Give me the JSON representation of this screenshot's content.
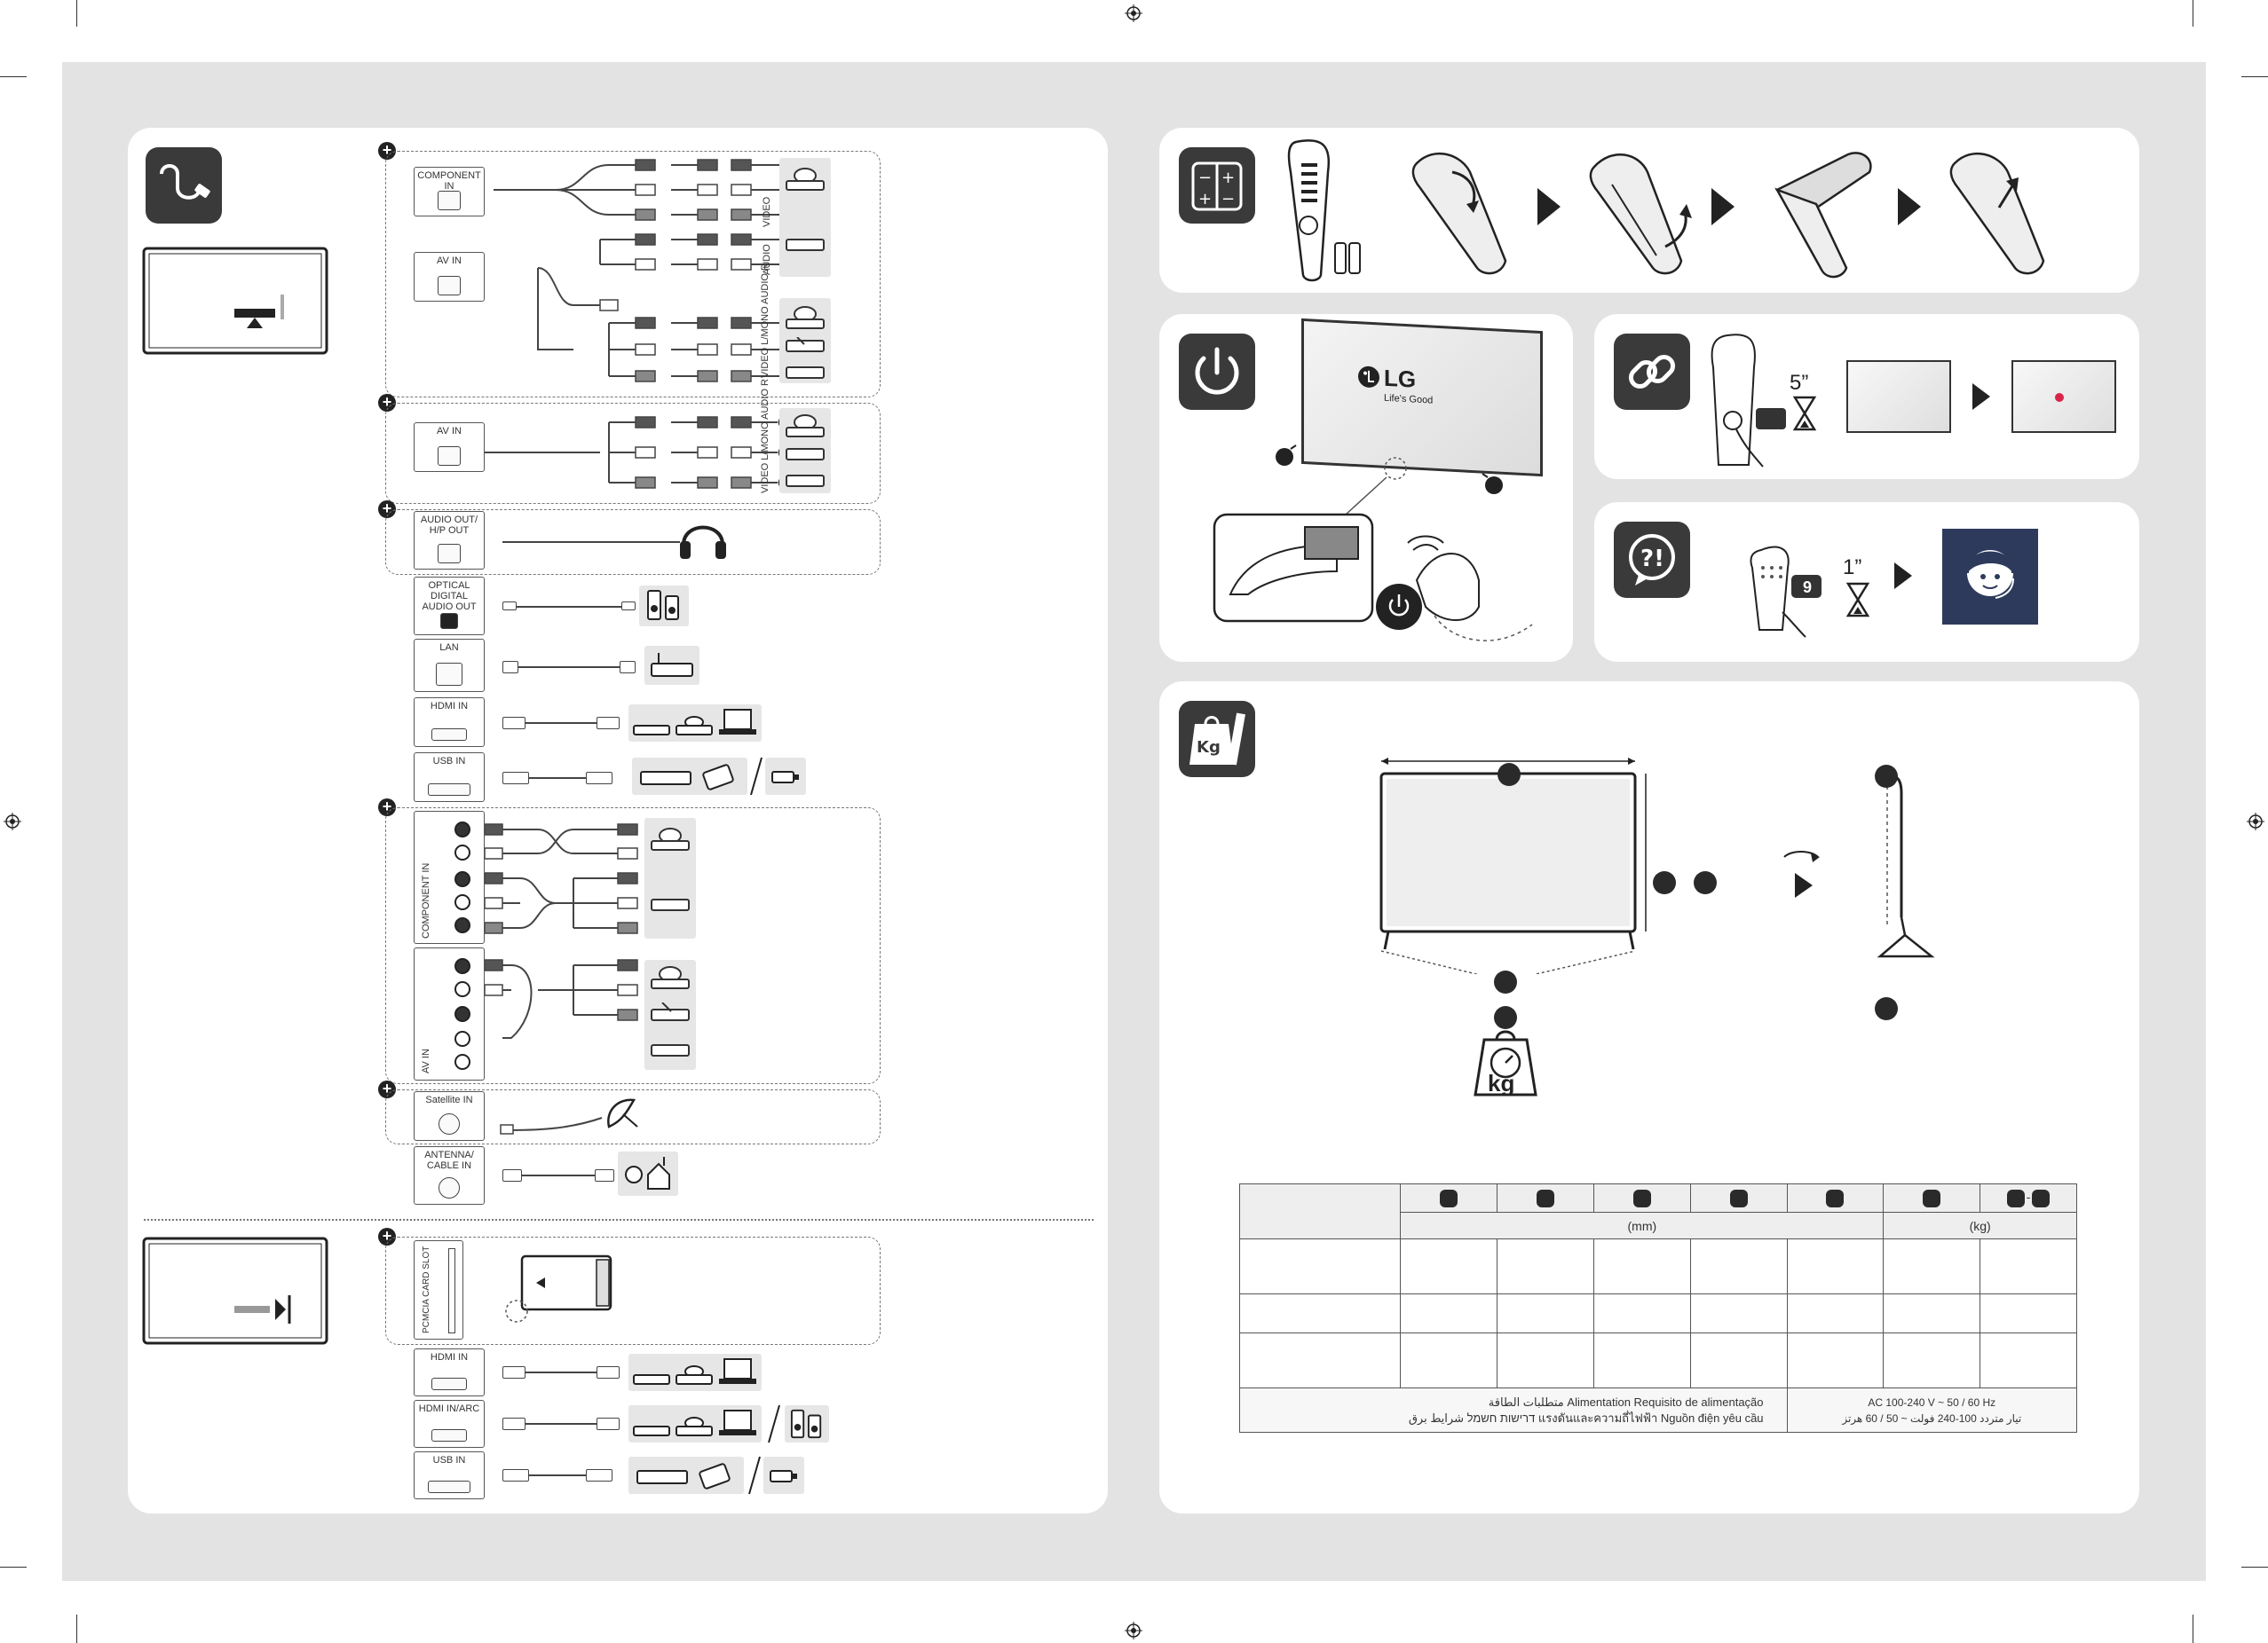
{
  "brand": {
    "logo_text": "LG",
    "tagline": "Life's Good"
  },
  "ports_group1": {
    "component_in": "COMPONENT IN",
    "av_in": "AV IN",
    "side_labels_top": [
      "VIDEO",
      "AUDIO"
    ],
    "side_labels_mid": "VIDEO  L/MONO  AUDIO R"
  },
  "ports_group2": {
    "av_in": "AV IN",
    "side_label": "VIDEO  L/MONO  AUDIO R"
  },
  "ports_group3": {
    "audio_out": "AUDIO OUT/\nH/P OUT"
  },
  "ports_single": {
    "optical": "OPTICAL DIGITAL\nAUDIO OUT",
    "lan": "LAN",
    "hdmi_in": "HDMI IN",
    "usb_in": "USB IN"
  },
  "ports_group4": {
    "component_in": "COMPONENT IN",
    "av_in": "AV IN"
  },
  "ports_group5": {
    "satellite_in": "Satellite IN"
  },
  "ports_antenna": {
    "antenna": "ANTENNA/\nCABLE IN"
  },
  "ports_bottom": {
    "pcmcia": "PCMCIA CARD SLOT",
    "hdmi_in": "HDMI IN",
    "hdmi_arc": "HDMI IN/ARC",
    "usb_in": "USB IN"
  },
  "timers": {
    "pair_seconds": "5”",
    "help_seconds": "1”",
    "help_key": "9"
  },
  "spec_table": {
    "unit_mm": "(mm)",
    "unit_kg": "(kg)",
    "power_label_line1": "متطلبات الطاقة  Alimentation  Requisito de alimentação",
    "power_label_line2": "דרישות חשמל  شرايط برق  แรงดันและความถี่ไฟฟ้า  Nguồn điện yêu cầu",
    "power_value_line1": "AC 100-240 V ~ 50 / 60 Hz",
    "power_value_line2": "تيار متردد 100-240 فولت ~ 50 / 60 هرتز",
    "dash": "-"
  },
  "weight_label": "kg",
  "icons": [
    "cable-icon",
    "battery-icon",
    "power-icon",
    "link-icon",
    "help-icon",
    "weight-icon"
  ]
}
